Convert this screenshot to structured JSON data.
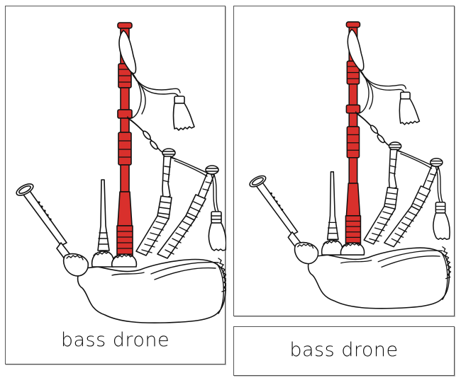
{
  "cards": {
    "control": {
      "caption": "bass drone",
      "highlighted_part": "bass drone"
    },
    "picture": {
      "highlighted_part": "bass drone"
    },
    "label": {
      "caption": "bass drone"
    }
  },
  "illustration": {
    "subject": "bagpipes",
    "highlight_color": "#d9302c",
    "outline_color": "#111111"
  }
}
